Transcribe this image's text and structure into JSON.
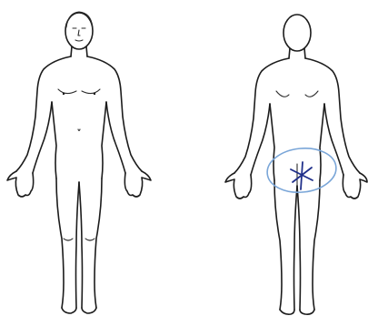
{
  "figures": [
    {
      "view": "front"
    },
    {
      "view": "back"
    }
  ],
  "annotation": {
    "circle_color": "#7aa6d8",
    "star_color": "#1f2f8a",
    "marks": [
      "circle",
      "asterisk"
    ]
  }
}
